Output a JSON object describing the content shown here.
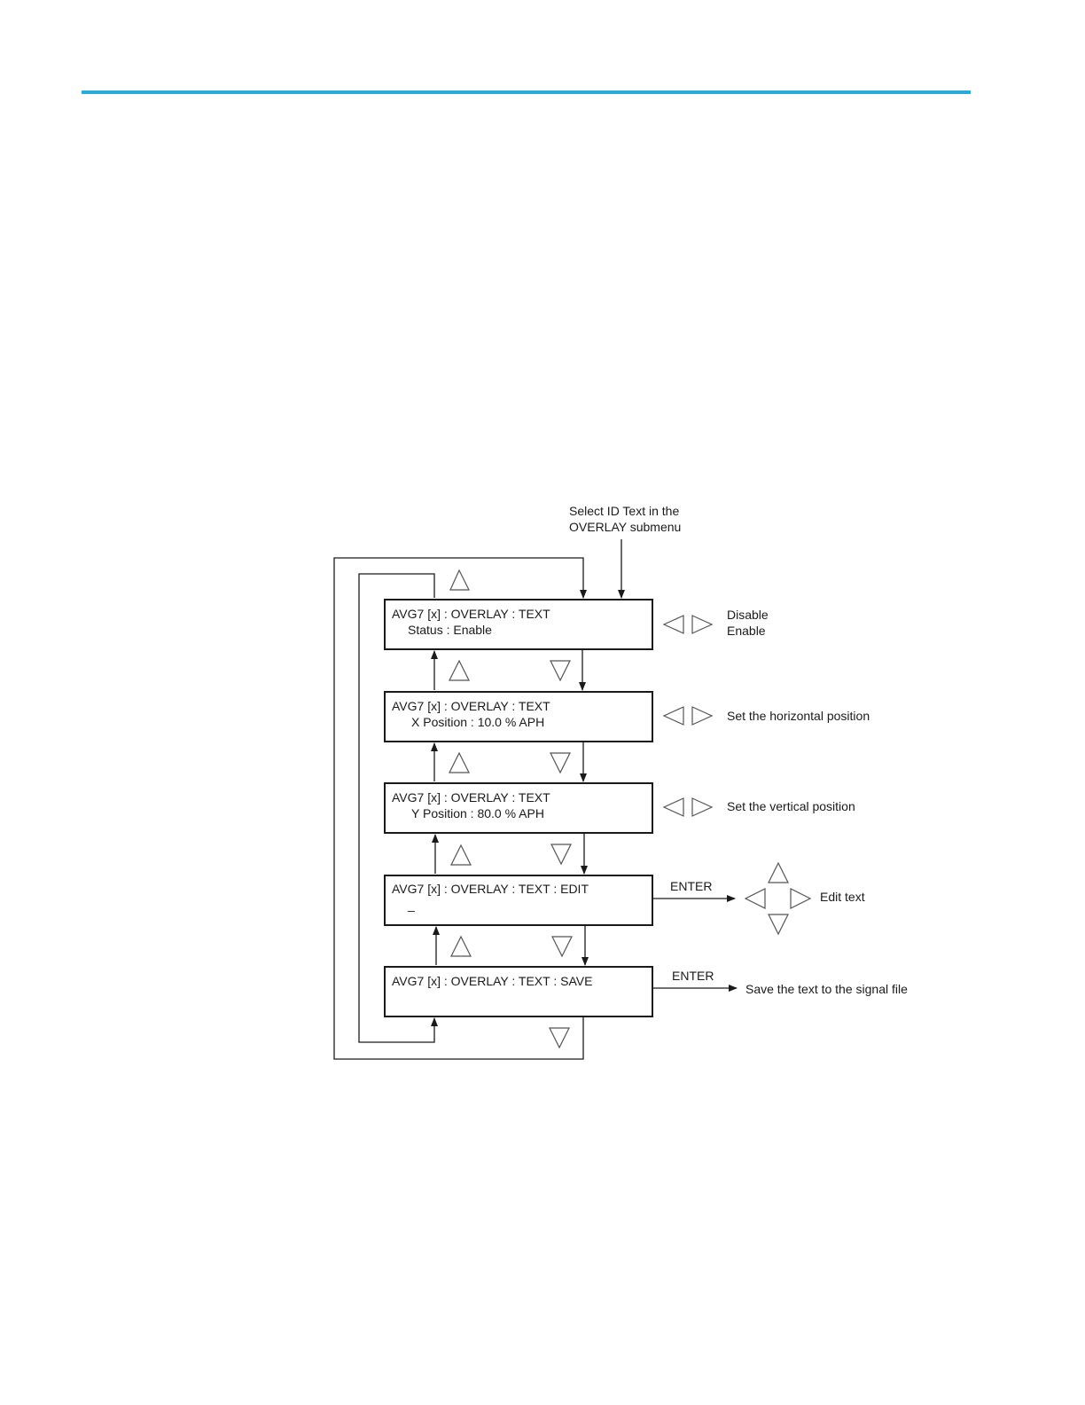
{
  "page": {
    "accent_color": "#29abd9"
  },
  "diagram": {
    "entry_note": {
      "line1": "Select ID Text in the",
      "line2": "OVERLAY submenu"
    },
    "screens": [
      {
        "title": "AVG7 [x] : OVERLAY : TEXT",
        "value": "Status :  Enable"
      },
      {
        "title": "AVG7 [x] : OVERLAY : TEXT",
        "value": "X Position : 10.0 % APH"
      },
      {
        "title": "AVG7 [x] : OVERLAY : TEXT",
        "value": "Y Position : 80.0 % APH"
      },
      {
        "title": "AVG7 [x] : OVERLAY : TEXT : EDIT",
        "value": "_"
      },
      {
        "title": "AVG7 [x] : OVERLAY : TEXT : SAVE",
        "value": ""
      }
    ],
    "side_notes": {
      "status_options": [
        "Disable",
        "Enable"
      ],
      "x_position": "Set the horizontal position",
      "y_position": "Set the vertical position",
      "edit_key": "ENTER",
      "edit_note": "Edit text",
      "save_key": "ENTER",
      "save_note": "Save the text to the signal file"
    },
    "icons": {
      "up": "up-arrow-button-icon",
      "down": "down-arrow-button-icon",
      "left": "left-arrow-button-icon",
      "right": "right-arrow-button-icon"
    }
  }
}
